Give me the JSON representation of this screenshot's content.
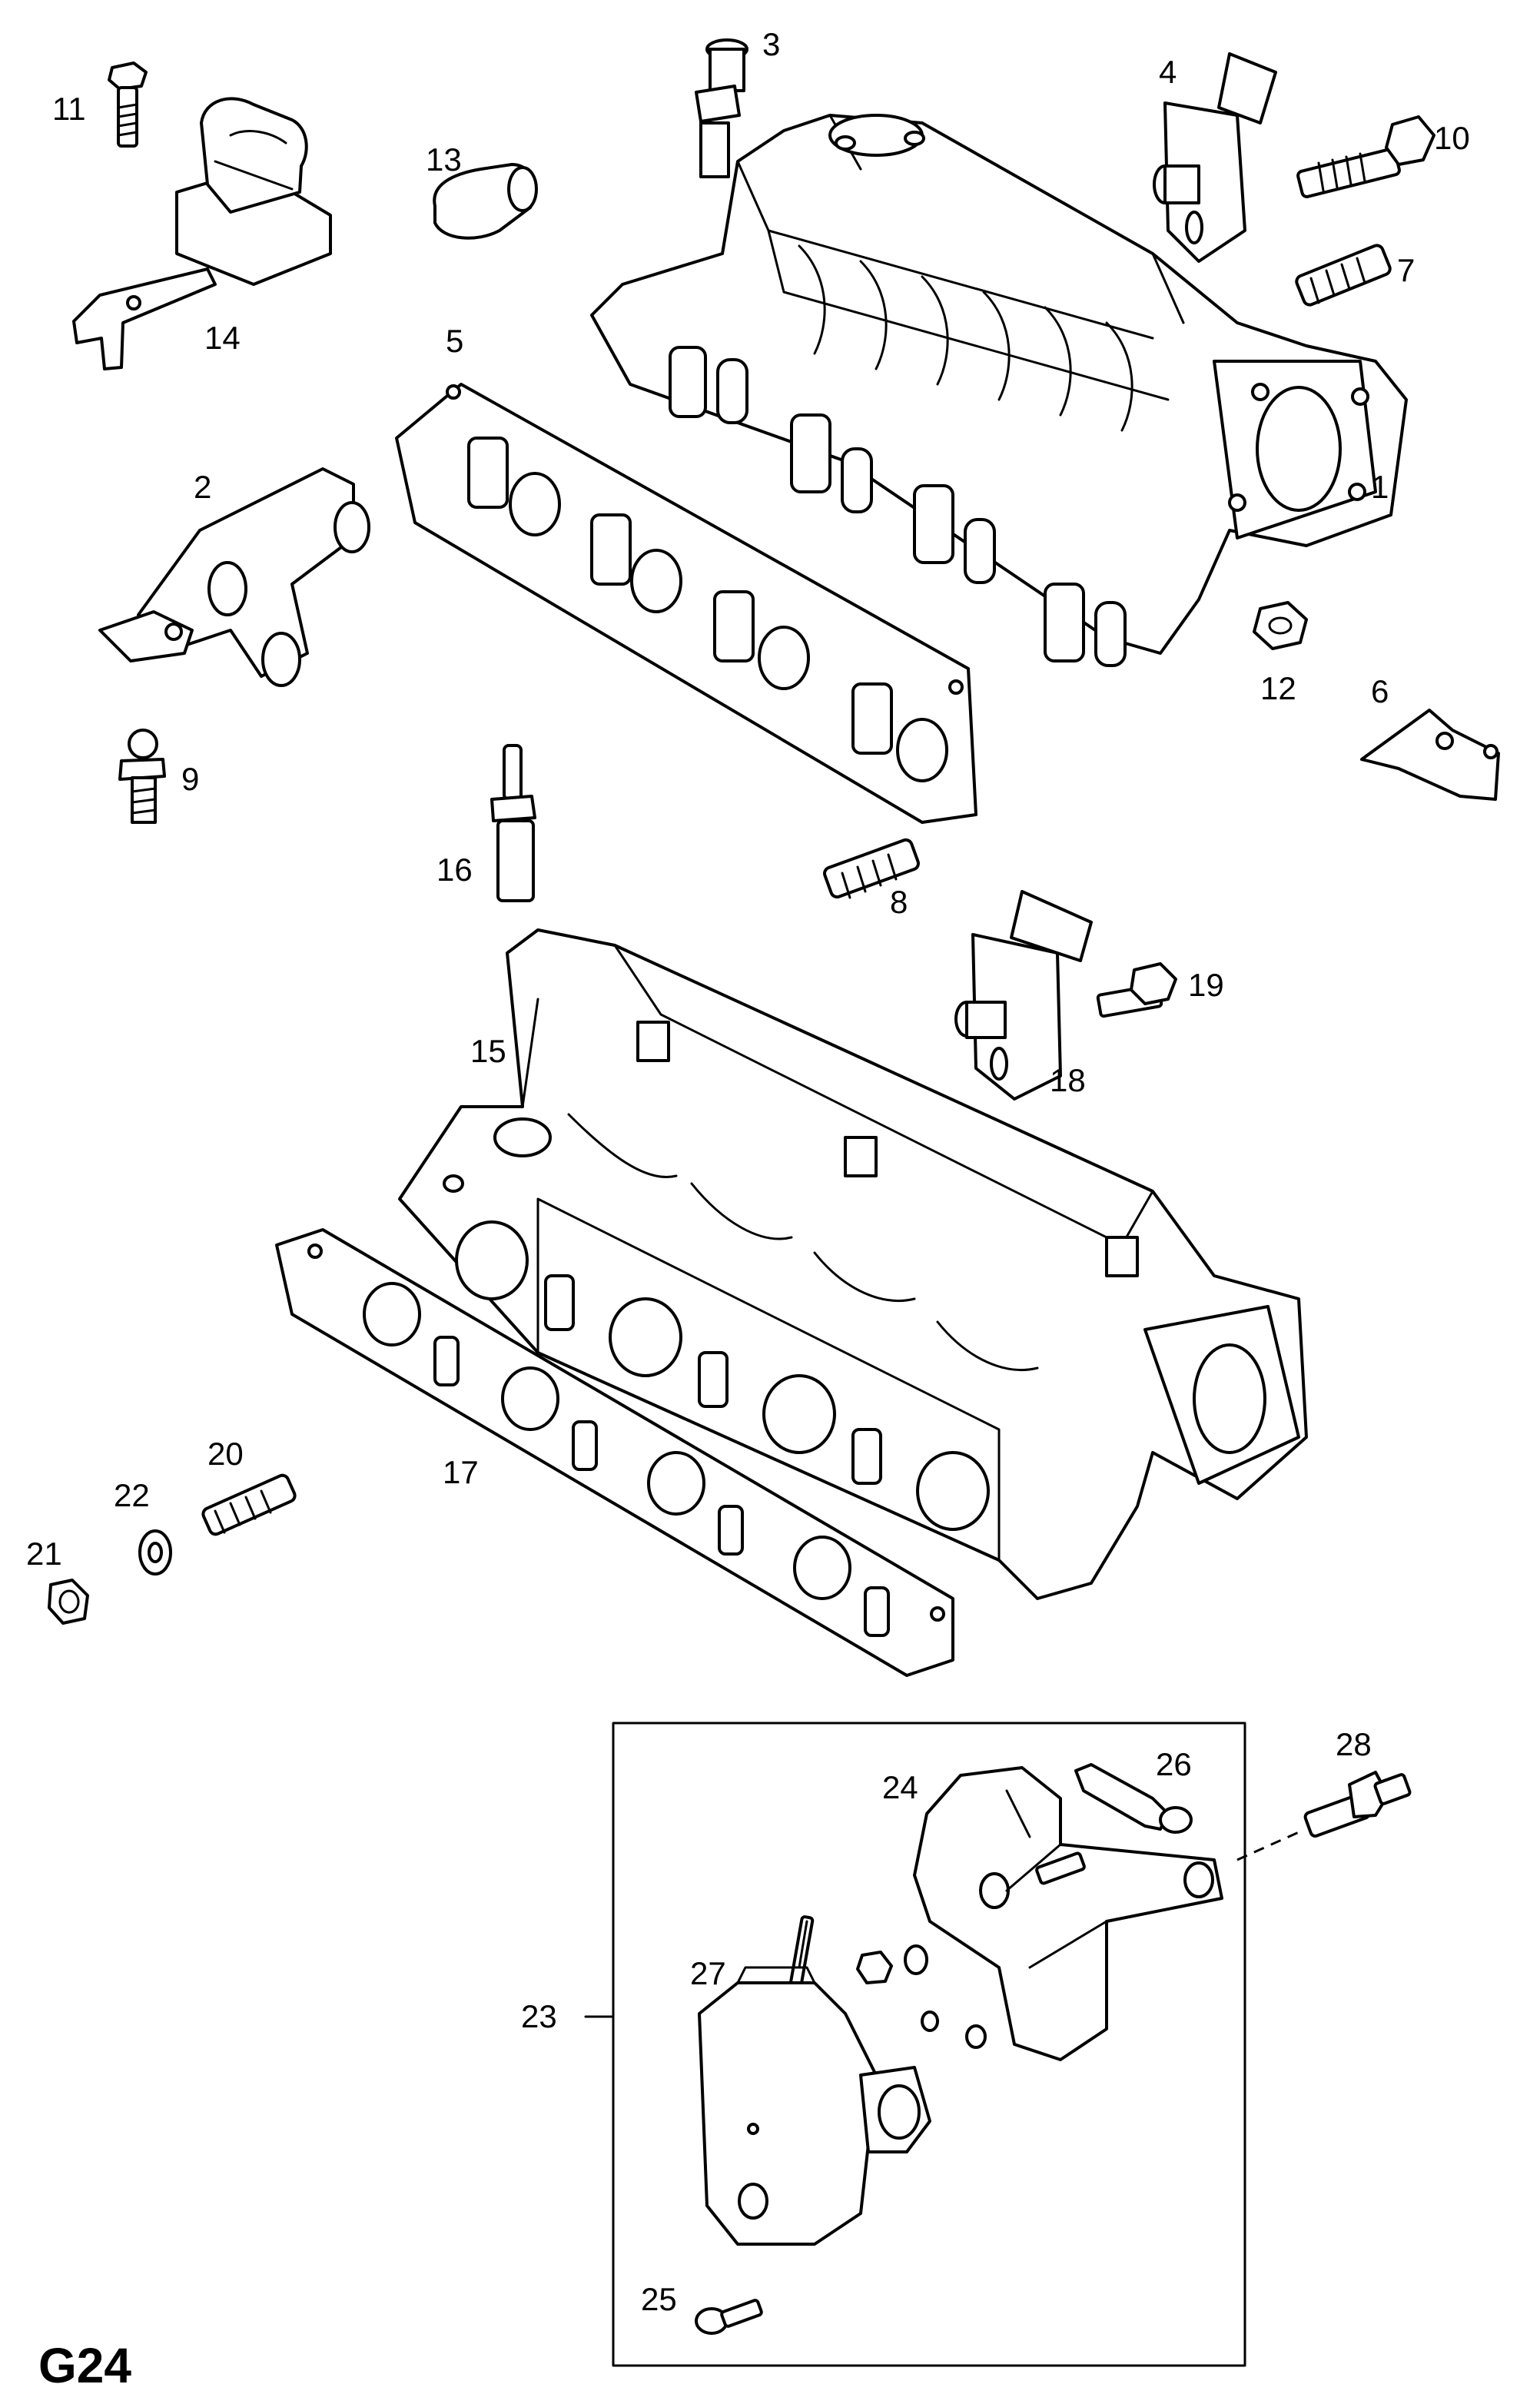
{
  "page_code": "G24",
  "callouts": {
    "p1": "1",
    "p2": "2",
    "p3": "3",
    "p4": "4",
    "p5": "5",
    "p6": "6",
    "p7": "7",
    "p8": "8",
    "p9": "9",
    "p10": "10",
    "p11": "11",
    "p12": "12",
    "p13": "13",
    "p14": "14",
    "p15": "15",
    "p16": "16",
    "p17": "17",
    "p18": "18",
    "p19": "19",
    "p20": "20",
    "p21": "21",
    "p22": "22",
    "p23": "23",
    "p24": "24",
    "p25": "25",
    "p26": "26",
    "p27": "27",
    "p28": "28"
  }
}
